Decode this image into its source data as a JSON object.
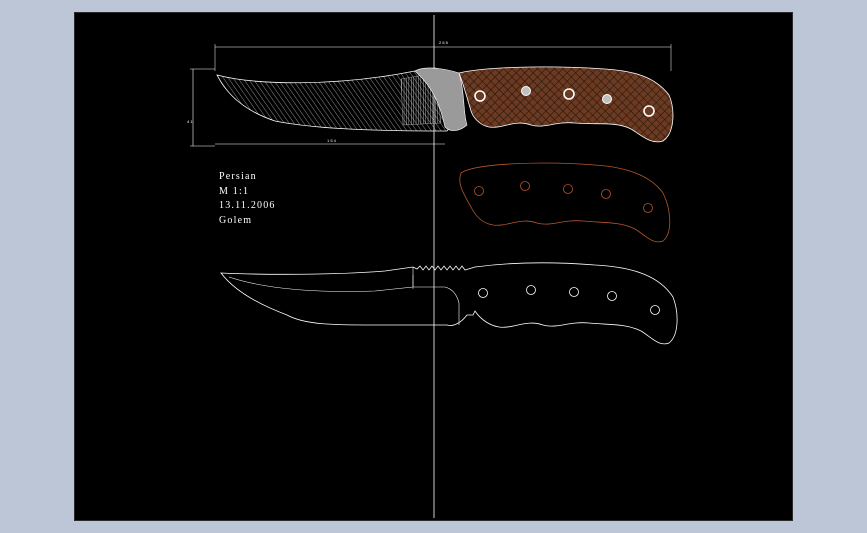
{
  "drawing": {
    "name_line": "Persian",
    "scale_line": "M 1:1",
    "date_line": "13.11.2006",
    "author_line": "Golem"
  },
  "dimensions": {
    "overall_length": "2 6 5",
    "blade_length": "1 5 4",
    "blade_height": "4 1"
  },
  "colors": {
    "background": "#000000",
    "outer": "#bcc6d6",
    "line": "#ffffff",
    "handle_fill": "#6b3a22",
    "handle_hatch": "#2a1408",
    "handle_outline": "#b5562a",
    "guard_fill": "#9a9a9a",
    "blade_hatch": "#c8c8c8"
  },
  "icons": {
    "handle_rivets": "circle",
    "blade_hatching": "diagonal-lines",
    "handle_texture": "crosshatch"
  }
}
